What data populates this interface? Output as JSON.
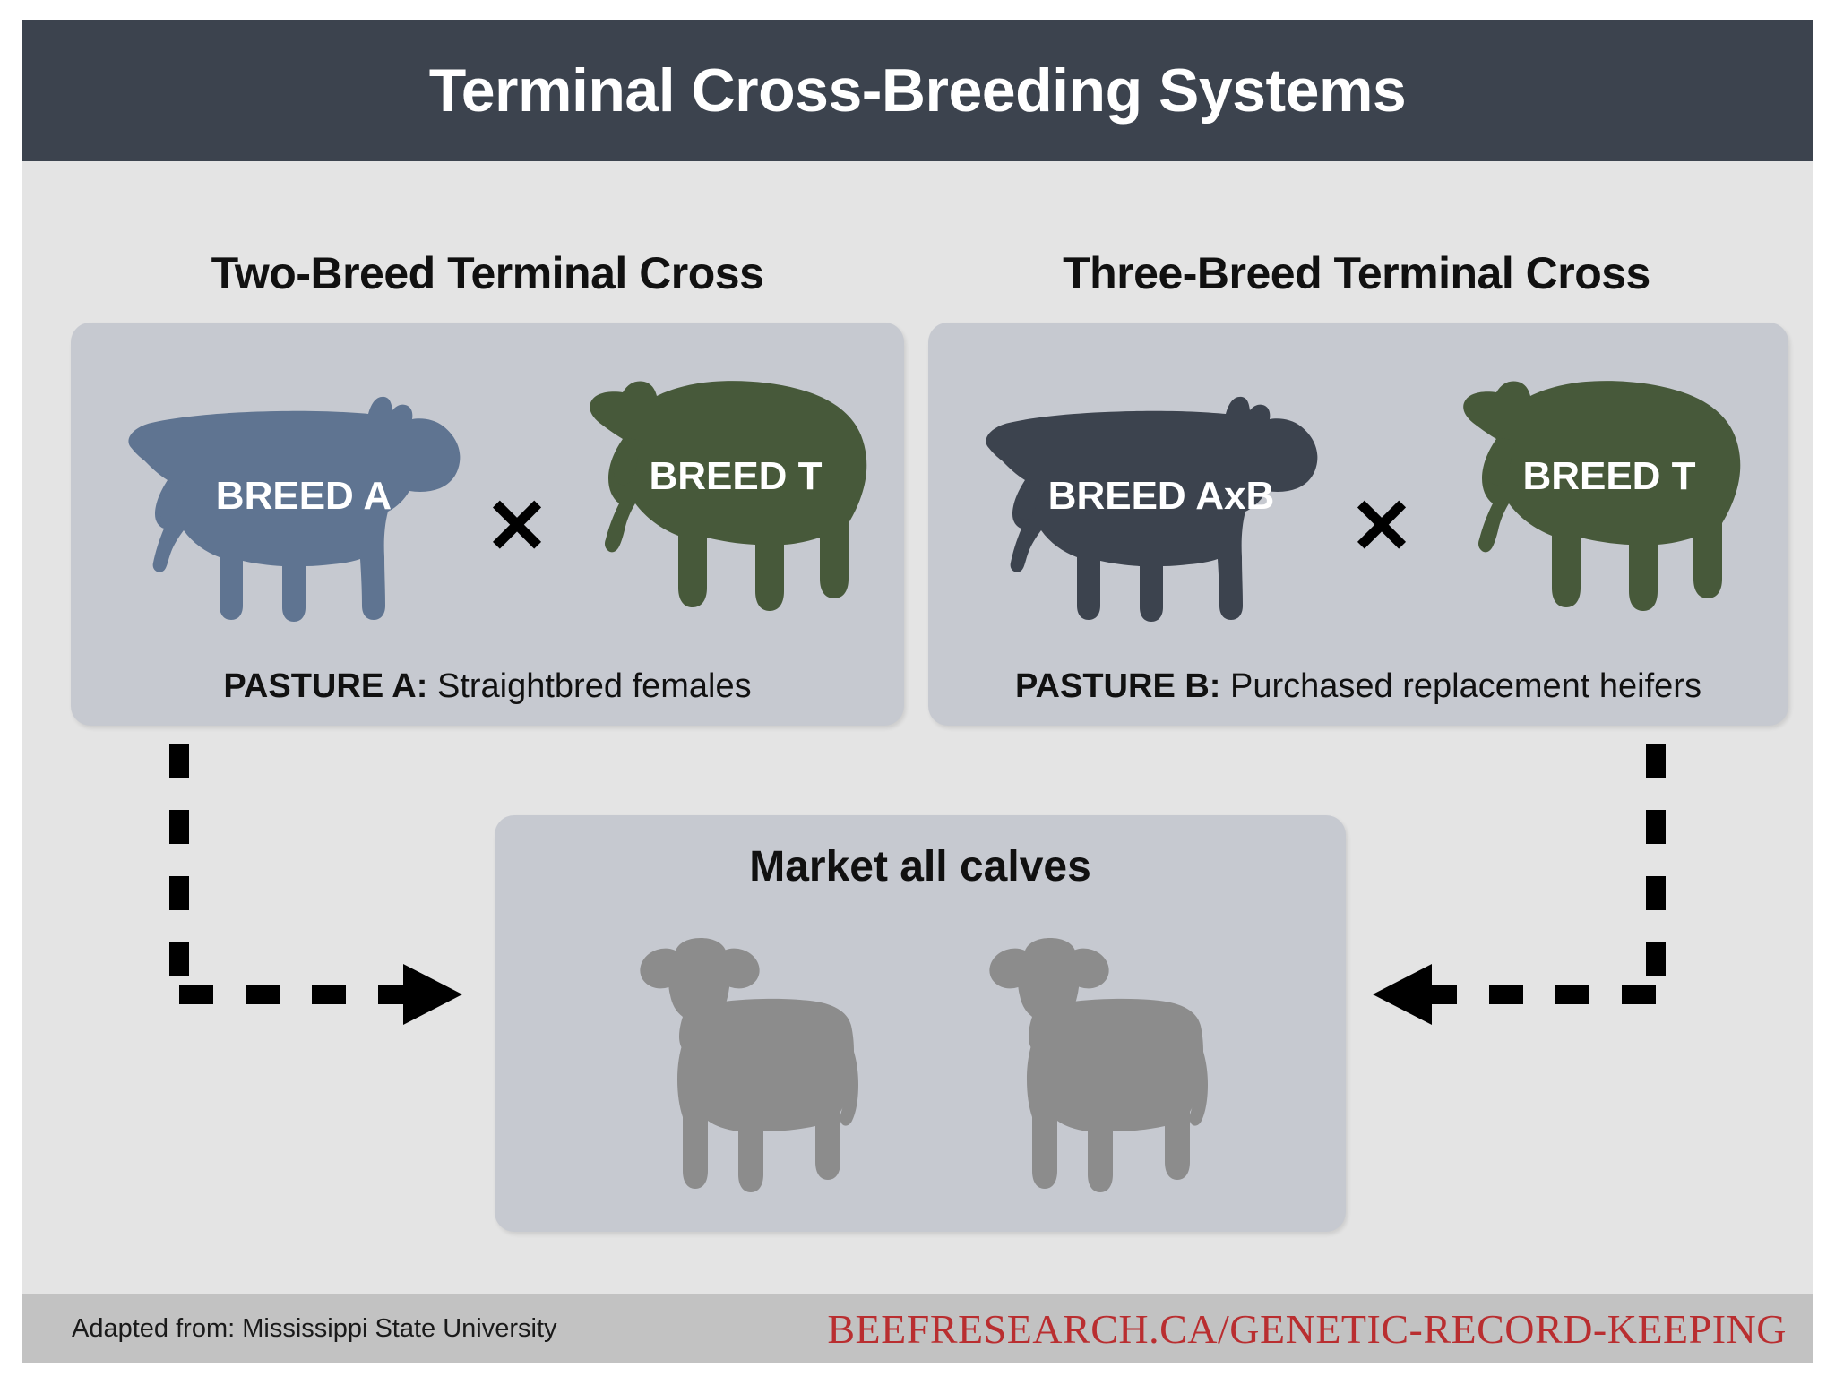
{
  "header": {
    "title": "Terminal Cross-Breeding Systems"
  },
  "sections": {
    "left": {
      "title": "Two-Breed Terminal Cross",
      "pasture_prefix": "PASTURE A:",
      "pasture_text": " Straightbred females",
      "dam_label": "BREED A",
      "sire_label": "BREED T",
      "cross_symbol": "✕"
    },
    "right": {
      "title": "Three-Breed Terminal Cross",
      "pasture_prefix": "PASTURE B:",
      "pasture_text": " Purchased replacement heifers",
      "dam_label": "BREED AxB",
      "sire_label": "BREED T",
      "cross_symbol": "✕"
    }
  },
  "market": {
    "title": "Market all calves",
    "calf_count": 2
  },
  "footer": {
    "credit": "Adapted from: Mississippi State University",
    "url": "BEEFRESEARCH.CA/GENETIC-RECORD-KEEPING"
  },
  "colors": {
    "header_bar": "#3c434e",
    "canvas_bg": "#e4e4e4",
    "panel_bg": "#c6c9d0",
    "footer_bg": "#c2c2c2",
    "breed_a_blue": "#5f7491",
    "breed_t_green": "#47593a",
    "breed_axb_dark": "#3c434e",
    "calf_gray": "#8c8c8c",
    "url_red": "#b92e30",
    "arrow_black": "#000000"
  },
  "icons": {
    "cow": "cow-icon",
    "bull": "bull-icon",
    "calf": "calf-icon",
    "cross": "cross-icon",
    "arrow_right": "arrow-right-icon",
    "arrow_left": "arrow-left-icon"
  }
}
